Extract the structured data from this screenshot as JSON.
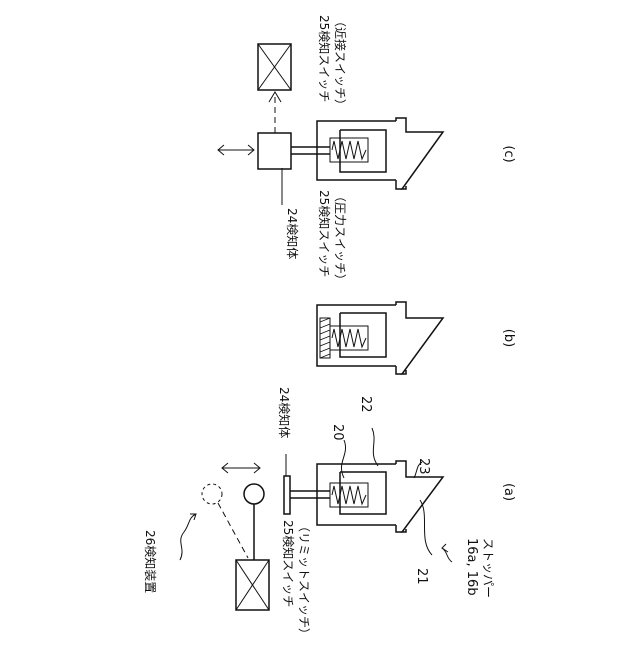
{
  "figures": {
    "a": {
      "panel_label": "(a)",
      "stopper_ref": "16a, 16b",
      "stopper_name": "ストッパー",
      "ref_21": "21",
      "ref_20": "20",
      "ref_22": "22",
      "ref_23": "23",
      "detector_body": "24検知体",
      "detection_switch": "25検知スイッチ",
      "switch_type": "（リミットスイッチ）",
      "detection_device": "26検知装置"
    },
    "b": {
      "panel_label": "(b)",
      "detection_switch": "25検知スイッチ",
      "switch_type": "（圧力スイッチ）"
    },
    "c": {
      "panel_label": "(c)",
      "detector_body": "24検知体",
      "detection_switch": "25検知スイッチ",
      "switch_type": "（近接スイッチ）"
    }
  }
}
